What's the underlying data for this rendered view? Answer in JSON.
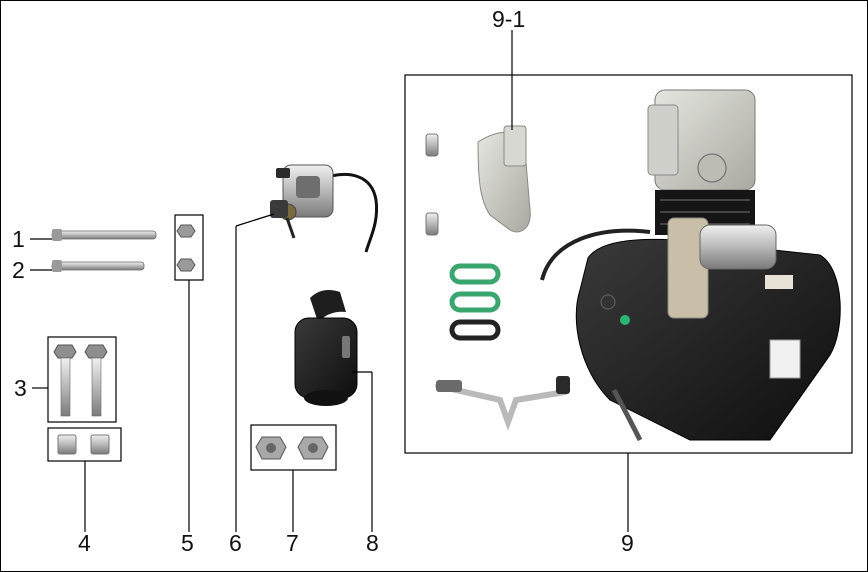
{
  "labels": {
    "p1": "1",
    "p2": "2",
    "p3": "3",
    "p4": "4",
    "p5": "5",
    "p6": "6",
    "p7": "7",
    "p8": "8",
    "p9": "9",
    "p9_1": "9-1"
  },
  "colors": {
    "metal": "#c9c9c9",
    "dark_metal": "#8a8a8a",
    "engine_black": "#1c1c1c",
    "gasket_green": "#3aa56e",
    "gasket_black": "#222222",
    "line": "#000000"
  }
}
